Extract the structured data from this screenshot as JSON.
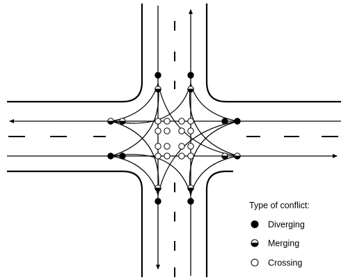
{
  "diagram": {
    "legend": {
      "title": "Type of conflict:",
      "items": [
        {
          "key": "diverging",
          "label": "Diverging",
          "symbol": "filled-circle"
        },
        {
          "key": "merging",
          "label": "Merging",
          "symbol": "half-filled-circle"
        },
        {
          "key": "crossing",
          "label": "Crossing",
          "symbol": "open-circle"
        }
      ]
    },
    "conflict_counts": {
      "diverging": 8,
      "merging": 8,
      "crossing": 16
    },
    "colors": {
      "ink": "#000000",
      "paper": "#ffffff"
    }
  }
}
